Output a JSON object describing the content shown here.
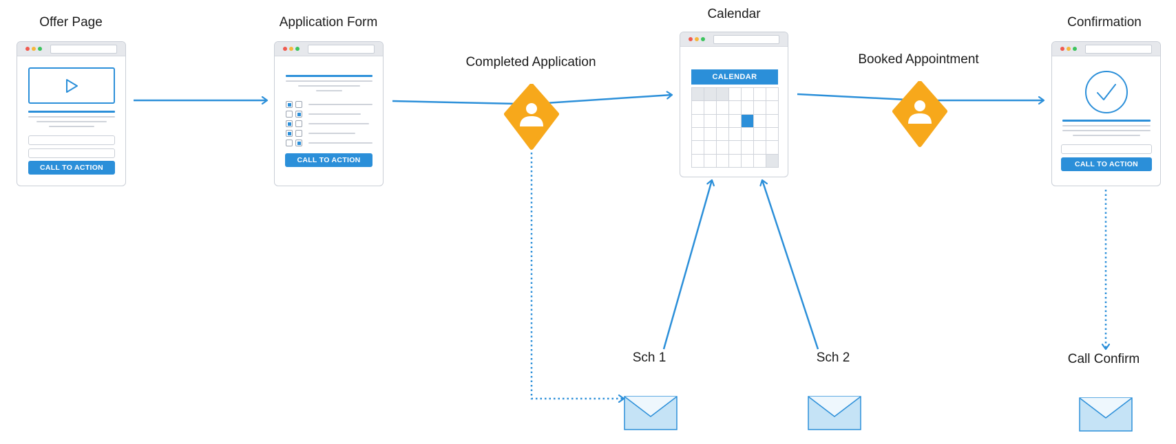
{
  "diagram": {
    "nodes": {
      "offer_page": {
        "label": "Offer Page",
        "cta": "CALL TO ACTION"
      },
      "application_form": {
        "label": "Application Form",
        "cta": "CALL TO ACTION"
      },
      "completed_application": {
        "label": "Completed Application"
      },
      "calendar": {
        "label": "Calendar",
        "header": "CALENDAR"
      },
      "booked_appointment": {
        "label": "Booked Appointment"
      },
      "confirmation": {
        "label": "Confirmation",
        "cta": "CALL TO ACTION"
      },
      "sch1": {
        "label": "Sch 1"
      },
      "sch2": {
        "label": "Sch 2"
      },
      "call_confirm": {
        "label": "Call Confirm"
      }
    },
    "edges": [
      {
        "from": "offer_page",
        "to": "application_form",
        "style": "solid"
      },
      {
        "from": "application_form",
        "to": "calendar",
        "via": "completed_application",
        "style": "solid"
      },
      {
        "from": "calendar",
        "to": "confirmation",
        "via": "booked_appointment",
        "style": "solid"
      },
      {
        "from": "completed_application",
        "to": "sch1_email",
        "style": "dotted"
      },
      {
        "from": "sch1",
        "to": "calendar",
        "style": "solid"
      },
      {
        "from": "sch2",
        "to": "calendar",
        "style": "solid"
      },
      {
        "from": "confirmation",
        "to": "call_confirm",
        "style": "dotted"
      }
    ],
    "colors": {
      "arrow": "#2b8fd9",
      "accent": "#2b8fd9",
      "pin": "#f7a81b",
      "envelope_fill": "#c5e3f6",
      "envelope_stroke": "#2b8fd9",
      "mockup_border": "#c9ced6"
    },
    "icons": [
      "play-icon",
      "checkmark-icon",
      "user-icon",
      "envelope-icon"
    ]
  }
}
